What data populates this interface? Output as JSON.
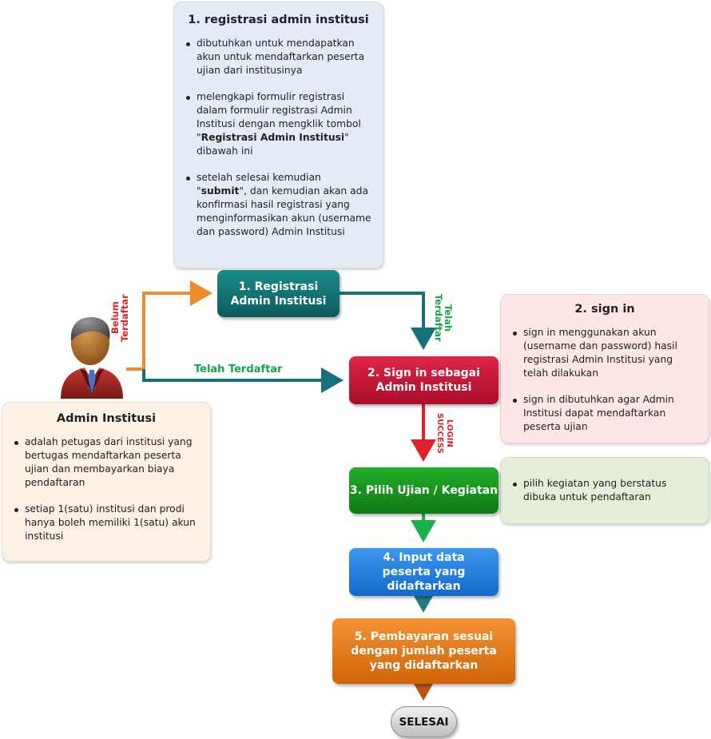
{
  "note_registrasi": {
    "title": "1. registrasi admin institusi",
    "b1": "dibutuhkan untuk mendapatkan akun untuk mendaftarkan peserta ujian dari institusinya",
    "b2_pre": "melengkapi formulir registrasi dalam formulir registrasi Admin Institusi dengan mengklik tombol \"",
    "b2_bold": "Registrasi Admin Institusi",
    "b2_post": "\" dibawah ini",
    "b3_pre": "setelah selesai kemudian \"",
    "b3_bold": "submit",
    "b3_post": "\", dan kemudian akan ada konfirmasi hasil registrasi yang menginformasikan akun (username dan password) Admin Institusi"
  },
  "note_signin": {
    "title": "2. sign in",
    "b1": "sign in menggunakan akun (username dan password) hasil registrasi Admin Institusi yang telah dilakukan",
    "b2": "sign in dibutuhkan agar Admin Institusi dapat mendaftarkan peserta ujian"
  },
  "note_pilih": {
    "b1": "pilih kegiatan yang berstatus dibuka untuk pendaftaran"
  },
  "note_admin": {
    "title": "Admin Institusi",
    "b1": "adalah petugas dari institusi yang bertugas mendaftarkan peserta ujian dan membayarkan biaya pendaftaran",
    "b2": "setiap 1(satu) institusi dan prodi hanya boleh memiliki 1(satu) akun institusi"
  },
  "nodes": {
    "registrasi": "1. Registrasi Admin Institusi",
    "signin": "2. Sign in sebagai Admin Institusi",
    "pilih": "3. Pilih Ujian / Kegiatan",
    "input": "4. Input data peserta yang didaftarkan",
    "bayar": "5. Pembayaran sesuai dengan jumlah peserta yang didaftarkan",
    "selesai": "SELESAI"
  },
  "labels": {
    "belum": "Belum Terdaftar",
    "telah_vert": "Telah Terdaftar",
    "telah_horiz": "Telah Terdaftar",
    "login": "LOGIN SUCCESS"
  },
  "colors": {
    "registrasi": "#0f6e6e",
    "signin": "#cc1436",
    "pilih": "#18981e",
    "input": "#1f7fe0",
    "bayar": "#e87a14",
    "arrow_orange": "#f08a2c",
    "arrow_teal": "#16717a",
    "arrow_red": "#e0202a",
    "arrow_green": "#18b248",
    "arrow_brown": "#b6560f"
  }
}
